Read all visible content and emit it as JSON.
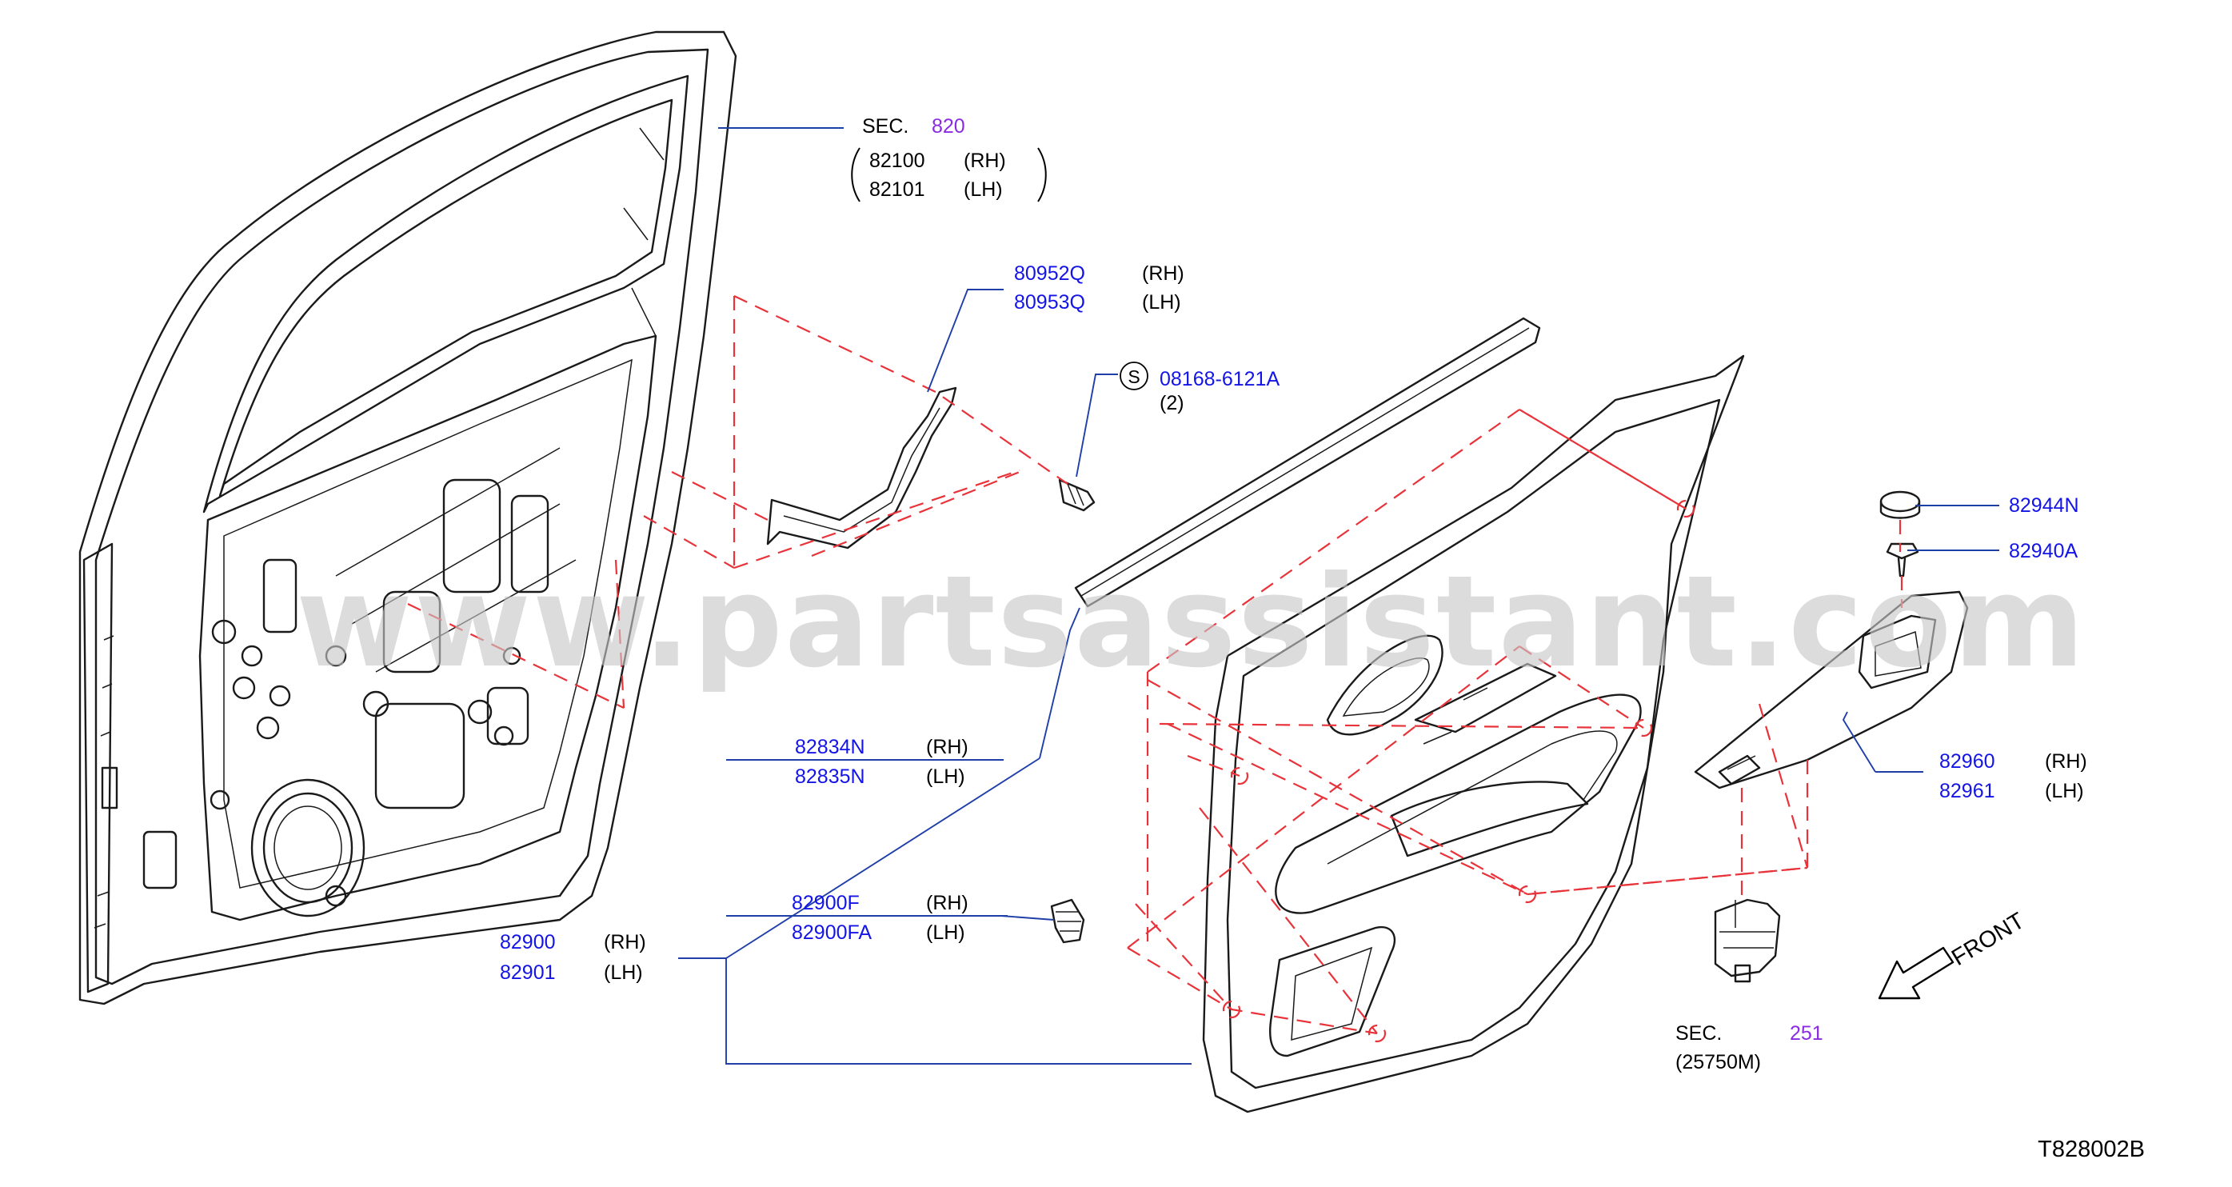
{
  "watermark": "www.partsassistant.com",
  "diagram_code": "T828002B",
  "front_label": "FRONT",
  "callouts": {
    "sec820": {
      "prefix": "SEC.",
      "ref": "820"
    },
    "door_panel": [
      {
        "code": "82100",
        "side": "(RH)"
      },
      {
        "code": "82101",
        "side": "(LH)"
      }
    ],
    "bracket": [
      {
        "code": "80952Q",
        "side": "(RH)"
      },
      {
        "code": "80953Q",
        "side": "(LH)"
      }
    ],
    "screw": {
      "symbol": "S",
      "code": "08168-6121A",
      "qty": "(2)"
    },
    "clip_cap": {
      "code": "82944N"
    },
    "clip_screw": {
      "code": "82940A"
    },
    "weatherstrip": [
      {
        "code": "82834N",
        "side": "(RH)"
      },
      {
        "code": "82835N",
        "side": "(LH)"
      }
    ],
    "clip": [
      {
        "code": "82900F",
        "side": "(RH)"
      },
      {
        "code": "82900FA",
        "side": "(LH)"
      }
    ],
    "finisher": [
      {
        "code": "82900",
        "side": "(RH)"
      },
      {
        "code": "82901",
        "side": "(LH)"
      }
    ],
    "armrest": [
      {
        "code": "82960",
        "side": "(RH)"
      },
      {
        "code": "82961",
        "side": "(LH)"
      }
    ],
    "sec251": {
      "prefix": "SEC.",
      "ref": "251",
      "sub": "(25750M)"
    }
  },
  "colors": {
    "part_number": "#1414e6",
    "section_ref": "#8a2be2",
    "dashed_line": "#e8333a",
    "leader": "#1f3fa8"
  },
  "icons": [
    "front-arrow-icon",
    "screw-symbol-icon"
  ]
}
